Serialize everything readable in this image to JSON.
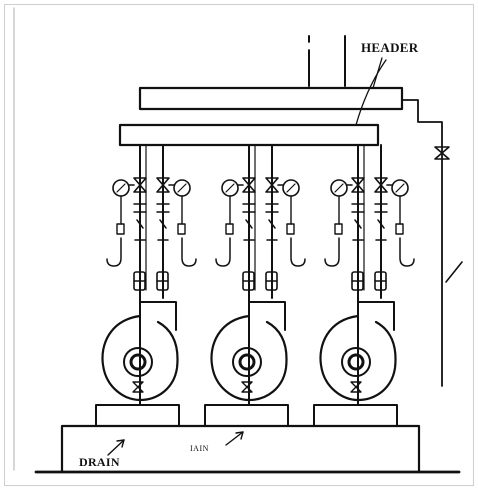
{
  "figure": {
    "labels": {
      "header": "HEADER",
      "drain": "DRAIN",
      "main": "IAIN"
    },
    "pump_count": 3,
    "colors": {
      "ink": "#111111",
      "paper": "#ffffff",
      "frame": "#cfcfcf"
    }
  }
}
